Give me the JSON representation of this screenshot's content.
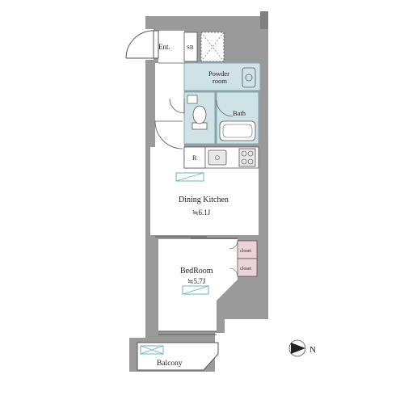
{
  "rooms": {
    "entrance": "Ent.",
    "shoe_box": "SB",
    "powder_room_line1": "Powder",
    "powder_room_line2": "room",
    "bath": "Bath",
    "refrigerator": "R",
    "dining_kitchen": "Dining Kitchen",
    "dining_kitchen_size": "≒6.1J",
    "bedroom": "BedRoom",
    "bedroom_size": "≒5.7J",
    "closet_upper": "closet",
    "closet_lower": "closet",
    "balcony": "Balcony"
  },
  "compass": {
    "label": "N"
  },
  "colors": {
    "wall": "#9a9a9a",
    "wall_dark": "#7f7f7f",
    "wet_area": "#cfe3e6",
    "wet_area_stroke": "#7fa9ae",
    "closet": "#ecd3d8",
    "window": "#6ab0c8",
    "floor": "#ffffff",
    "outline": "#555555"
  }
}
